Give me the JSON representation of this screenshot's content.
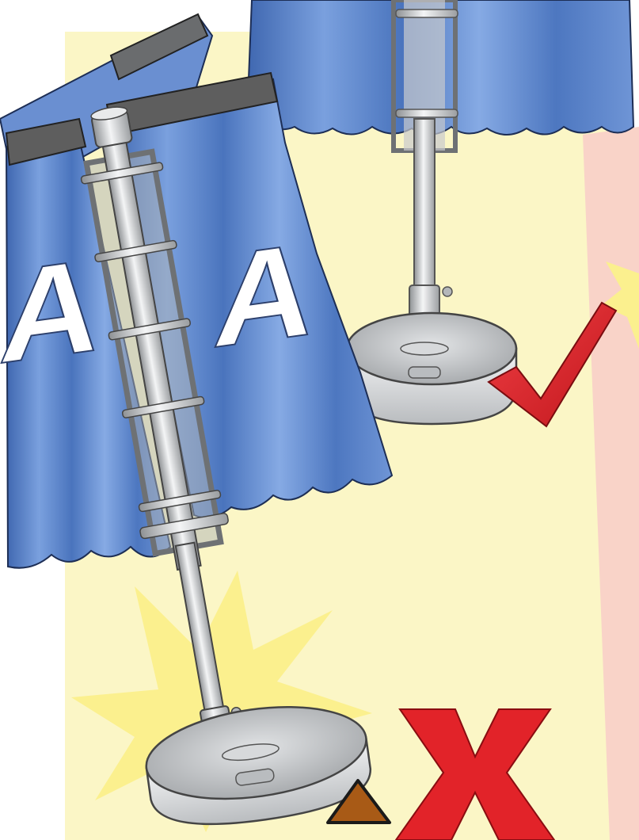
{
  "illustration": {
    "banner_letter": "A",
    "correct_mark": "check",
    "wrong_mark": "x",
    "hazard_mark": "triangle"
  },
  "colors": {
    "background_panel": "#fbf6c6",
    "side_panel": "#f9d3c8",
    "banner_blue": "#5b86cc",
    "banner_top_strip": "#5e5e5e",
    "pole_silver": "#cfd1d3",
    "base_gray": "#c9cbcd",
    "starburst_yellow": "#fbf08e",
    "check_red": "#e22329",
    "x_red": "#e22329",
    "triangle_brown": "#a85a16"
  }
}
